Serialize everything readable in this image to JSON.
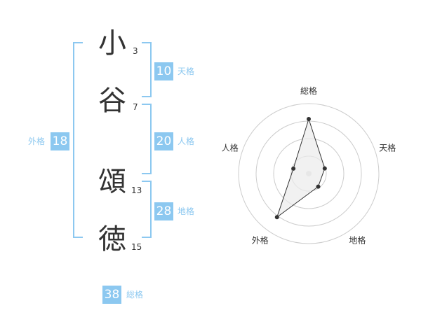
{
  "name": {
    "chars": [
      {
        "char": "小",
        "strokes": "3"
      },
      {
        "char": "谷",
        "strokes": "7"
      },
      {
        "char": "頌",
        "strokes": "13"
      },
      {
        "char": "徳",
        "strokes": "15"
      }
    ]
  },
  "kaku": {
    "tenkaku": {
      "value": "10",
      "label": "天格"
    },
    "jinkaku": {
      "value": "20",
      "label": "人格"
    },
    "chikaku": {
      "value": "28",
      "label": "地格"
    },
    "gaikaku": {
      "value": "18",
      "label": "外格"
    },
    "soukaku": {
      "value": "38",
      "label": "総格"
    }
  },
  "chart_data": {
    "type": "radar",
    "axes": [
      "総格",
      "天格",
      "地格",
      "外格",
      "人格"
    ],
    "values": [
      0.78,
      0.24,
      0.23,
      0.77,
      0.23
    ],
    "rings": 4,
    "colors": {
      "fill": "#ebebeb",
      "stroke": "#333333",
      "ring": "#cccccc",
      "center": "#dddddd"
    }
  }
}
